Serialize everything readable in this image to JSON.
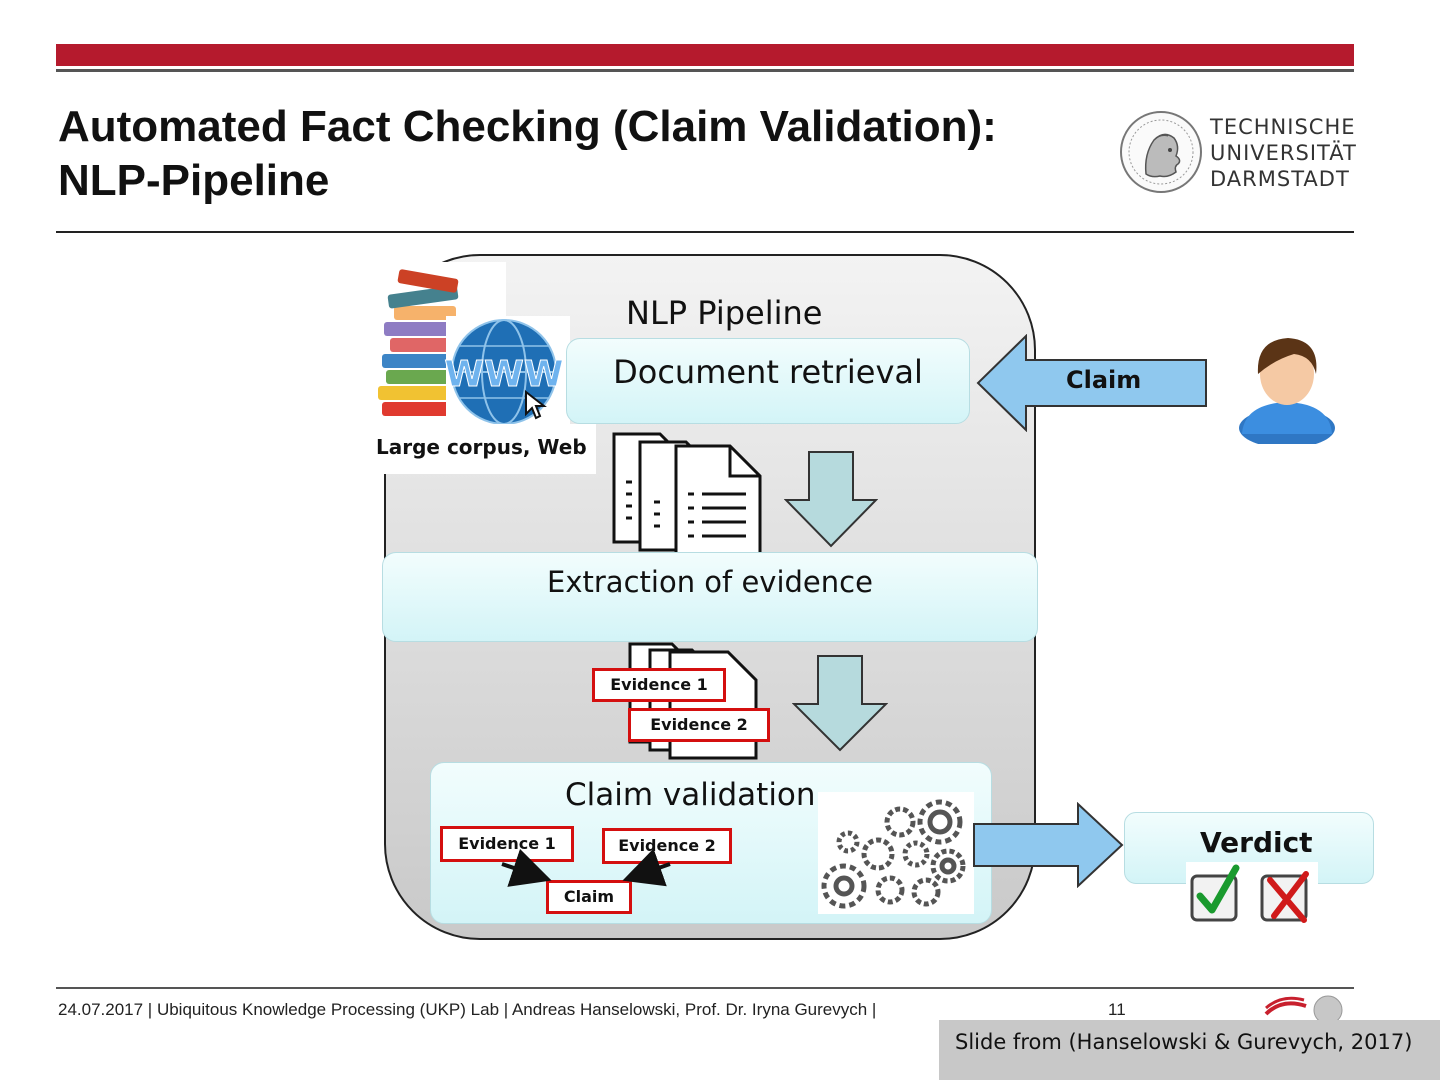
{
  "slide": {
    "title_line1": "Automated Fact Checking (Claim Validation):",
    "title_line2": "NLP-Pipeline",
    "logo": {
      "line1": "TECHNISCHE",
      "line2": "UNIVERSITÄT",
      "line3": "DARMSTADT"
    },
    "accent_color": "#b51a2d"
  },
  "diagram": {
    "pipeline_label": "NLP Pipeline",
    "stages": {
      "document_retrieval": "Document retrieval",
      "extraction": "Extraction of evidence",
      "validation": "Claim validation"
    },
    "corpus_label": "Large corpus, Web",
    "claim_input": "Claim",
    "evidence_docs": [
      "Evidence 1",
      "Evidence 2"
    ],
    "validation_items": {
      "evidence_1": "Evidence 1",
      "evidence_2": "Evidence 2",
      "claim": "Claim"
    },
    "verdict": "Verdict",
    "www_text": "WWW"
  },
  "footer": {
    "text": "24.07.2017 | Ubiquitous Knowledge Processing (UKP) Lab | Andreas Hanselowski, Prof. Dr. Iryna Gurevych |",
    "page_number": "11"
  },
  "caption": "Slide from (Hanselowski & Gurevych, 2017)"
}
